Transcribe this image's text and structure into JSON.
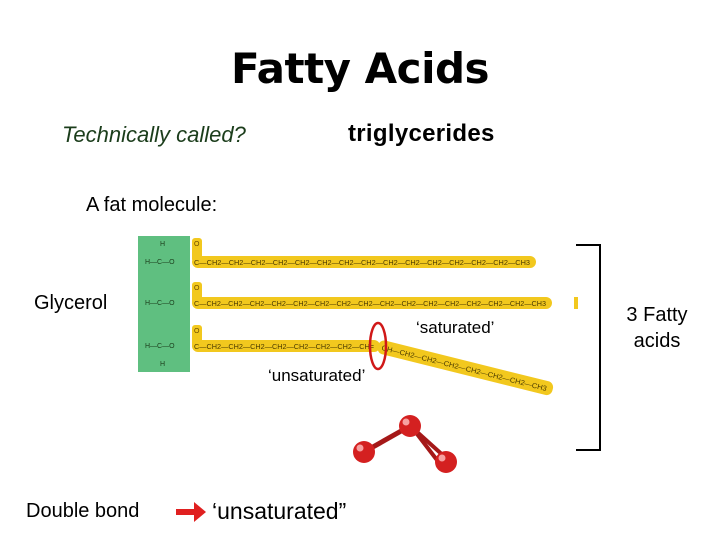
{
  "slide": {
    "title": "Fatty Acids",
    "question": "Technically called?",
    "answer": "triglycerides",
    "subtitle": "A fat molecule:"
  },
  "labels": {
    "glycerol": "Glycerol",
    "saturated": "‘saturated’",
    "unsaturated": "‘unsaturated’",
    "fatty_acids": "3 Fatty acids",
    "double_bond": "Double bond",
    "unsaturated_footer": "‘unsaturated”"
  },
  "molecule": {
    "glycerol_atoms": [
      "H",
      "H—C—O",
      "H—C—O",
      "H—C—O",
      "H"
    ],
    "chain_1": "C—CH2—CH2—CH2—CH2—CH2—CH2—CH2—CH2—CH2—CH2—CH2—CH2—CH2—CH2—CH3",
    "chain_2": "C—CH2—CH2—CH2—CH2—CH2—CH2—CH2—CH2—CH2—CH2—CH2—CH2—CH2—CH2—CH2—CH3",
    "chain_3": "C—CH2—CH2—CH2—CH2—CH2—CH2—CH2—CH=",
    "chain_3_tail": "CH—CH2—CH2—CH2—CH2—CH2—CH2—CH3"
  },
  "colors": {
    "glycerol_block": "#5fbf80",
    "chain_yellow": "#f2c81e",
    "highlight_ring": "#d01818",
    "arrow": "#e02020",
    "ball_model": "#d42020"
  }
}
